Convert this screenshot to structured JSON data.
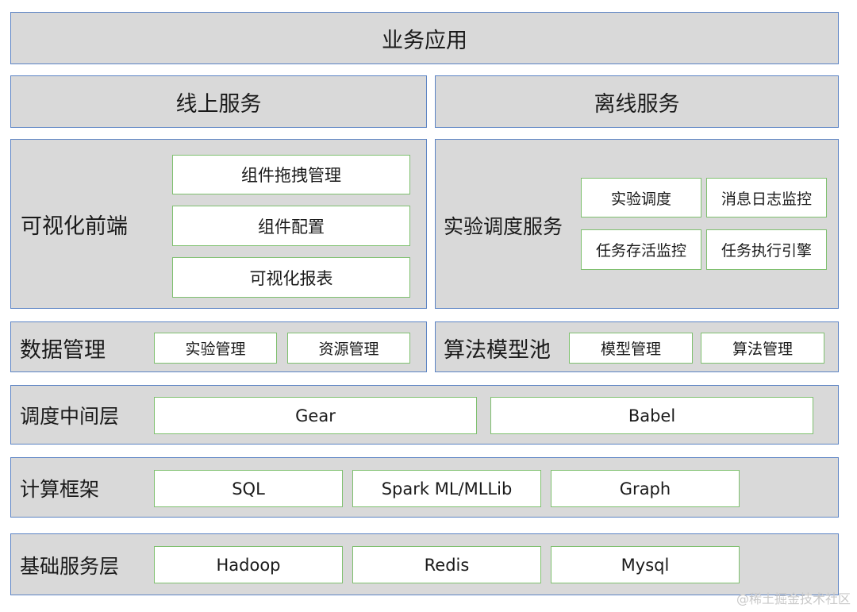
{
  "business_app": "业务应用",
  "online_service": "线上服务",
  "offline_service": "离线服务",
  "visual_frontend": {
    "title": "可视化前端",
    "items": [
      "组件拖拽管理",
      "组件配置",
      "可视化报表"
    ]
  },
  "experiment_scheduling": {
    "title": "实验调度服务",
    "items": [
      "实验调度",
      "消息日志监控",
      "任务存活监控",
      "任务执行引擎"
    ]
  },
  "data_management": {
    "title": "数据管理",
    "items": [
      "实验管理",
      "资源管理"
    ]
  },
  "algorithm_pool": {
    "title": "算法模型池",
    "items": [
      "模型管理",
      "算法管理"
    ]
  },
  "scheduling_middleware": {
    "title": "调度中间层",
    "items": [
      "Gear",
      "Babel"
    ]
  },
  "compute_framework": {
    "title": "计算框架",
    "items": [
      "SQL",
      "Spark ML/MLLib",
      "Graph"
    ]
  },
  "base_service": {
    "title": "基础服务层",
    "items": [
      "Hadoop",
      "Redis",
      "Mysql"
    ]
  },
  "watermark": "@稀土掘金技术社区",
  "colors": {
    "panel_fill": "#d9d9d9",
    "panel_border": "#5b83c4",
    "box_border": "#7fc06f"
  }
}
